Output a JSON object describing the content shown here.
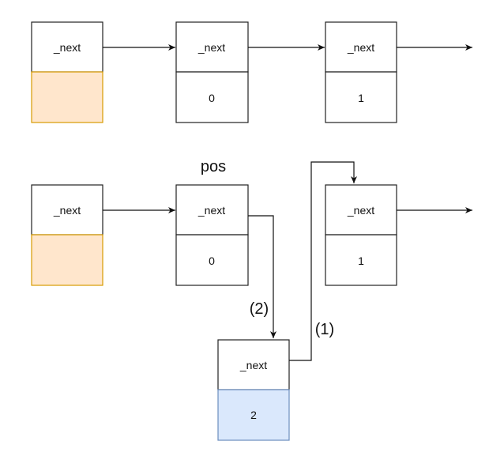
{
  "diagram": {
    "row1": {
      "nodes": [
        {
          "next_label": "_next",
          "value": ""
        },
        {
          "next_label": "_next",
          "value": "0"
        },
        {
          "next_label": "_next",
          "value": "1"
        }
      ]
    },
    "row2": {
      "pos_label": "pos",
      "nodes": [
        {
          "next_label": "_next",
          "value": ""
        },
        {
          "next_label": "_next",
          "value": "0"
        },
        {
          "next_label": "_next",
          "value": "1"
        }
      ]
    },
    "new_node": {
      "next_label": "_next",
      "value": "2"
    },
    "step_labels": {
      "step1": "(1)",
      "step2": "(2)"
    },
    "colors": {
      "empty_fill": "#ffe6cc",
      "empty_stroke": "#d79b00",
      "new_fill": "#dae8fc",
      "new_stroke": "#6c8ebf",
      "stroke": "#222222"
    }
  }
}
